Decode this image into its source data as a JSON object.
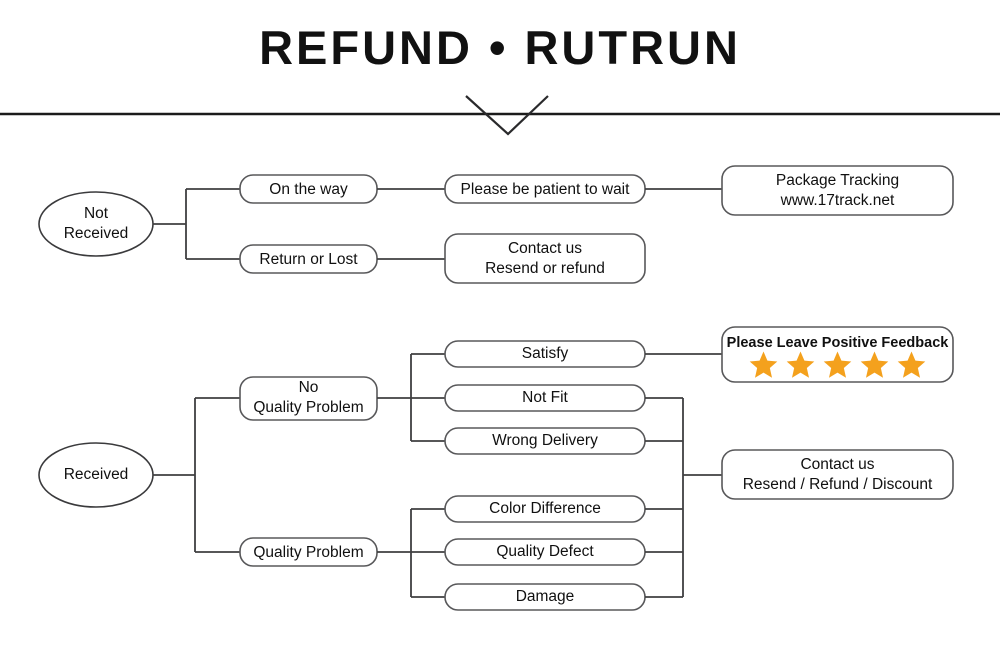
{
  "title": "REFUND • RUTRUN",
  "colors": {
    "star": "#f4a11d",
    "stroke": "#58585a",
    "text": "#101010",
    "divider": "#1b1b1b",
    "background": "#ffffff"
  },
  "divider": {
    "name": "header-divider",
    "chevron_name": "chevron-down-icon"
  },
  "branches": {
    "not_received": {
      "root": "Not\nReceived",
      "root_line1": "Not",
      "root_line2": "Received",
      "steps": [
        {
          "label": "On the way",
          "next": "Please be patient to wait",
          "final_line1": "Package Tracking",
          "final_line2": "www.17track.net"
        },
        {
          "label": "Return or Lost",
          "next_line1": "Contact us",
          "next_line2": "Resend or refund"
        }
      ]
    },
    "received": {
      "root": "Received",
      "categories": [
        {
          "label_line1": "No",
          "label_line2": "Quality Problem",
          "reasons": [
            "Satisfy",
            "Not Fit",
            "Wrong Delivery"
          ]
        },
        {
          "label_line1": "Quality Problem",
          "label_line2": "",
          "reasons": [
            "Color Difference",
            "Quality Defect",
            "Damage"
          ]
        }
      ],
      "outcomes": {
        "feedback": {
          "text": "Please Leave Positive Feedback",
          "stars": 5
        },
        "contact": {
          "line1": "Contact us",
          "line2": "Resend / Refund / Discount"
        }
      }
    }
  }
}
